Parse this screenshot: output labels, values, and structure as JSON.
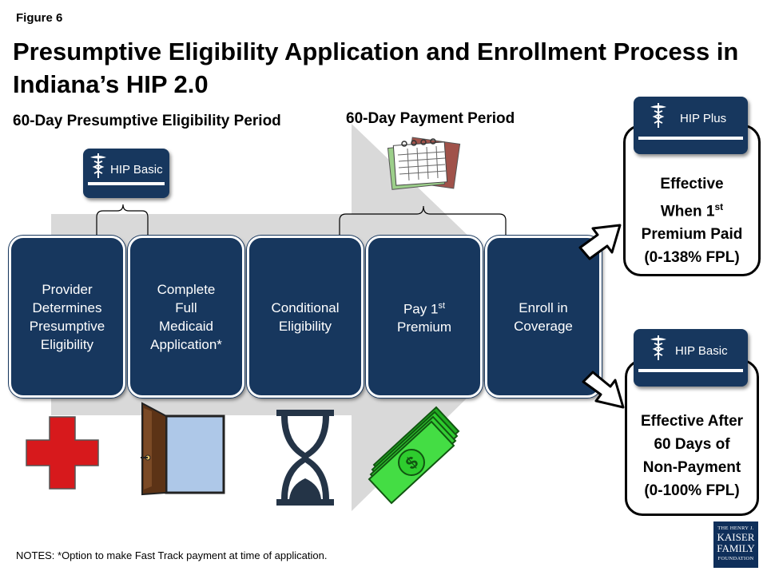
{
  "figure_label": "Figure 6",
  "title": "Presumptive Eligibility Application and Enrollment Process in Indiana’s HIP 2.0",
  "period_left": "60-Day Presumptive Eligibility Period",
  "period_right": "60-Day Payment Period",
  "steps": [
    {
      "text": "Provider\nDetermines\nPresumptive\nEligibility"
    },
    {
      "text": "Complete\nFull\nMedicaid\nApplication*"
    },
    {
      "text": "Conditional\nEligibility"
    },
    {
      "text": "Pay 1",
      "sup": "st",
      "text2": "Premium"
    },
    {
      "text": "Enroll in\nCoverage"
    }
  ],
  "badges": {
    "hip_basic_top": "HIP Basic",
    "hip_plus": "HIP Plus",
    "hip_basic_bottom": "HIP Basic"
  },
  "outcomes": {
    "plus": {
      "line1": "Effective",
      "line2": "When 1",
      "sup": "st",
      "line3": "Premium Paid",
      "line4": "(0-138% FPL)"
    },
    "basic": {
      "line1": "Effective After",
      "line2": "60 Days of",
      "line3": "Non-Payment",
      "line4": "(0-100% FPL)"
    }
  },
  "notes": "NOTES:  *Option to make Fast Track payment  at time of application.",
  "logo": {
    "line1": "THE HENRY J.",
    "line2": "KAISER",
    "line3": "FAMILY",
    "line4": "FOUNDATION"
  },
  "colors": {
    "navy": "#17375e",
    "arrow_gray": "#d9d9d9",
    "cross_red": "#d7191c",
    "door_blue": "#aec8e8",
    "money_green": "#33cc33"
  },
  "icons": [
    "caduceus-icon",
    "calendar-icon",
    "red-cross-icon",
    "open-door-icon",
    "hourglass-icon",
    "money-icon",
    "outcome-arrow-icon"
  ]
}
